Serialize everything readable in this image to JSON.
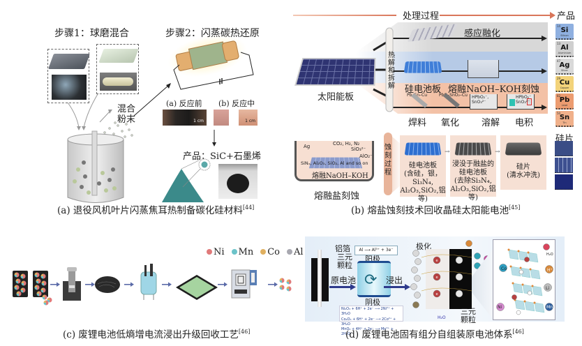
{
  "panel_a": {
    "step1": "步骤1：球磨混合",
    "step2": "步骤2：闪蒸碳热还原",
    "mixed_powder_line1": "混合",
    "mixed_powder_line2": "粉末",
    "before_reaction": "(a) 反应前",
    "during_reaction": "(b) 反应中",
    "scale_1cm": "1 cm",
    "product": "产品：SiC+石墨烯",
    "caption": "(a) 退役风机叶片闪蒸焦耳热制备碳化硅材料",
    "ref": "[44]"
  },
  "panel_b": {
    "process_header": "处理过程",
    "product_header": "产品",
    "solar_panel": "太阳能板",
    "pyrolysis_vertical": [
      "热",
      "解",
      "和",
      "拆",
      "解"
    ],
    "induction_melting": "感应融化",
    "silicon_cell_board": "硅电池板",
    "molten_etch": "熔融NaOH–KOH刻蚀",
    "solder": "焊料",
    "oxidation": "氧化",
    "dissolution": "溶解",
    "electrowin": "电积",
    "solder_formula": "Pb–Sn–Cu",
    "oxide_formula": "PbO–SnO₂–Cu",
    "dissolve_ions": "HPbO₂⁻, SnO₃²⁻",
    "electro_ions": "HPbO₂⁻ SnO₃²⁻",
    "elements": [
      {
        "num": "14",
        "mass": "28.09",
        "symbol": "Si",
        "name": "Silicon",
        "color": "#8fb0e0"
      },
      {
        "num": "13",
        "mass": "26.98",
        "symbol": "Al",
        "name": "Aluminium",
        "color": "#cfcfcf"
      },
      {
        "num": "47",
        "mass": "107.87",
        "symbol": "Ag",
        "name": "Silver",
        "color": "#d9d9d9"
      },
      {
        "num": "29",
        "mass": "63.55",
        "symbol": "Cu",
        "name": "Copper",
        "color": "#f3d37a"
      },
      {
        "num": "82",
        "mass": "207.2",
        "symbol": "Pb",
        "name": "Lead",
        "color": "#ec9c70"
      },
      {
        "num": "50",
        "mass": "118.7",
        "symbol": "Sn",
        "name": "Tin",
        "color": "#f0b08a"
      }
    ],
    "wafer_label": "硅片",
    "etch_vertical": [
      "蚀",
      "刻",
      "过",
      "程"
    ],
    "bath_ag": "Ag",
    "bath_gases": "CO₂, H₂, N₂",
    "bath_sio3": "SiO₃²⁻",
    "bath_alo2": "AlO₂⁻",
    "bath_impurities": "SiNₓ, Al₂O₃, SiO₂, Al and so on",
    "bath_name": "熔融NaOH–KOH",
    "bath_caption": "熔融盐刻蚀",
    "step_cell": [
      "硅电池板",
      "(含硅，银，Si₃N₄,",
      "Al₂O₃,SiO₂,铝等)"
    ],
    "step_immersed": [
      "浸没于融盐的",
      "硅电池板",
      "(去除Si₃N₄,",
      "Al₂O₃,SiO₂,铝等)"
    ],
    "step_wafer": [
      "硅片",
      "(清水冲洗)"
    ],
    "caption": "(b) 熔盐蚀刻技术回收晶硅太阳能电池",
    "ref": "[45]"
  },
  "panel_c": {
    "legend": [
      {
        "label": "Ni",
        "color": "#e07a7a"
      },
      {
        "label": "Mn",
        "color": "#6cc3c9"
      },
      {
        "label": "Co",
        "color": "#e0b060"
      },
      {
        "label": "Al",
        "color": "#a8a8b0"
      }
    ],
    "arrow_color": "#5a6aa8",
    "caption": "(c) 废锂电池低熵增电流浸出升级回收工艺",
    "ref": "[46]"
  },
  "panel_d": {
    "al_foil": "铝箔",
    "ternary_line1": "三元",
    "ternary_line2": "颗粒",
    "anode_reaction": "Al ⟶ Al³⁺ + 3e⁻",
    "anode": "阳极",
    "cathode": "阴极",
    "primary_battery": "原电池",
    "leaching": "浸出",
    "polarization": "极化",
    "h2o": "H₂O",
    "reactions": [
      "Ni₂O₃ + 6H⁺ + 2e⁻ ⟶ 2Ni²⁺ + 3H₂O",
      "Co₂O₃ + 6H⁺ + 2e⁻ ⟶ 2Co²⁺ + 3H₂O",
      "MnO₂ + 4H⁺ + 2e⁻ ⟶ Mn²⁺ + 2H₂O"
    ],
    "bottom_ternary_line1": "三元",
    "bottom_ternary_line2": "颗粒",
    "electron": "e",
    "li": "Li",
    "h_plus": "H⁺",
    "co": "Co",
    "ni": "Ni",
    "mn": "Mn",
    "caption": "(d) 废锂电池固有组分自组装原电池体系",
    "ref": "[46]"
  }
}
